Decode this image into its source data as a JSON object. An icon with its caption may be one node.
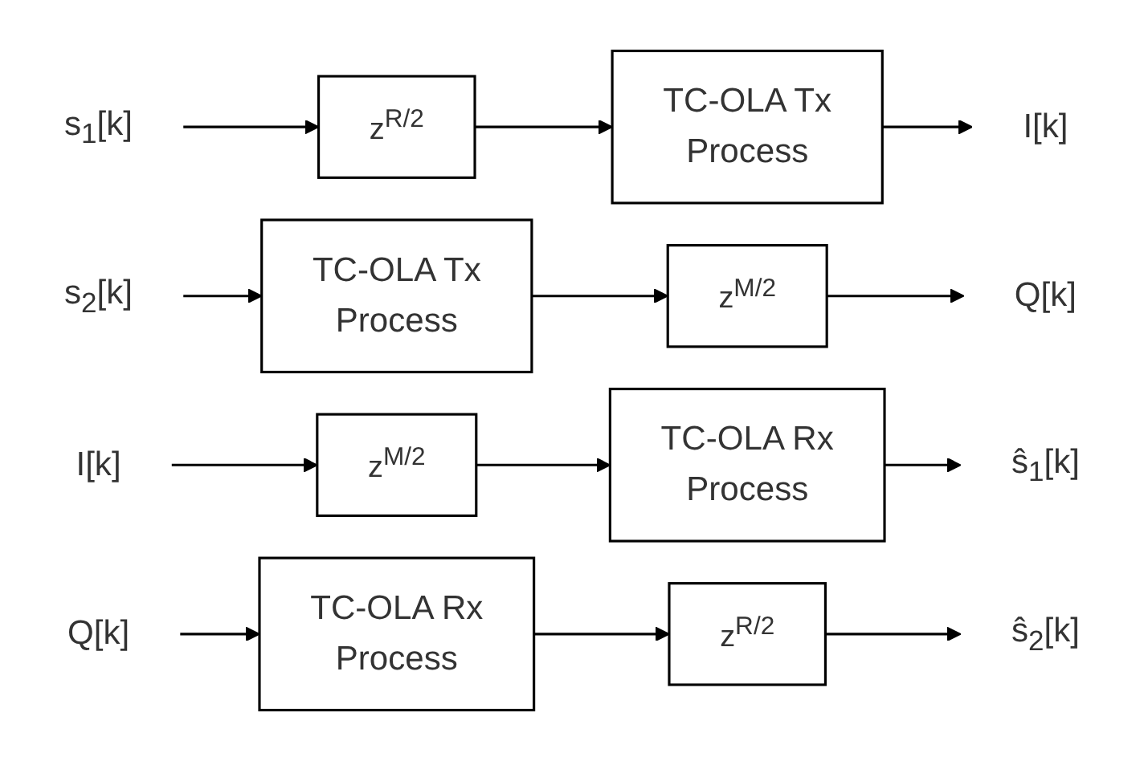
{
  "diagram": {
    "nodes": [
      {
        "text": [
          "s$_{1}$[k]"
        ]
      },
      {
        "text": [
          "z$^{R/2}$"
        ]
      },
      {
        "text": [
          "TC-OLA Tx Process"
        ]
      },
      {
        "text": [
          "I[k]"
        ]
      },
      {
        "text": [
          "s$_{2}$[k]"
        ]
      },
      {
        "text": [
          "TC-OLA Tx Process"
        ]
      },
      {
        "text": [
          "z$^{M/2}$"
        ]
      },
      {
        "text": [
          "Q[k]"
        ]
      },
      {
        "text": [
          "I[k]"
        ]
      },
      {
        "text": [
          "z$^{M/2}$"
        ]
      },
      {
        "text": [
          "TC-OLA Rx Process"
        ]
      },
      {
        "text": [
          "ŝ$_{1}$[k]"
        ]
      },
      {
        "text": [
          "Q[k]"
        ]
      },
      {
        "text": [
          "TC-OLA Rx Process"
        ]
      },
      {
        "text": [
          "z$^{R/2}$"
        ]
      },
      {
        "text": [
          "ŝ$_{2}$[k]"
        ]
      }
    ],
    "edges": [
      {
        "from": 0,
        "to": 1,
        "arrow": "to"
      },
      {
        "from": 1,
        "to": 2,
        "arrow": "to"
      },
      {
        "from": 2,
        "to": 3,
        "arrow": "to"
      },
      {
        "from": 4,
        "to": 5,
        "arrow": "to"
      },
      {
        "from": 5,
        "to": 6,
        "arrow": "to"
      },
      {
        "from": 6,
        "to": 7,
        "arrow": "to"
      },
      {
        "from": 8,
        "to": 9,
        "arrow": "to"
      },
      {
        "from": 9,
        "to": 10,
        "arrow": "to"
      },
      {
        "from": 10,
        "to": 11,
        "arrow": "to"
      },
      {
        "from": 12,
        "to": 13,
        "arrow": "to"
      },
      {
        "from": 13,
        "to": 14,
        "arrow": "to"
      },
      {
        "from": 14,
        "to": 15,
        "arrow": "to"
      }
    ]
  }
}
